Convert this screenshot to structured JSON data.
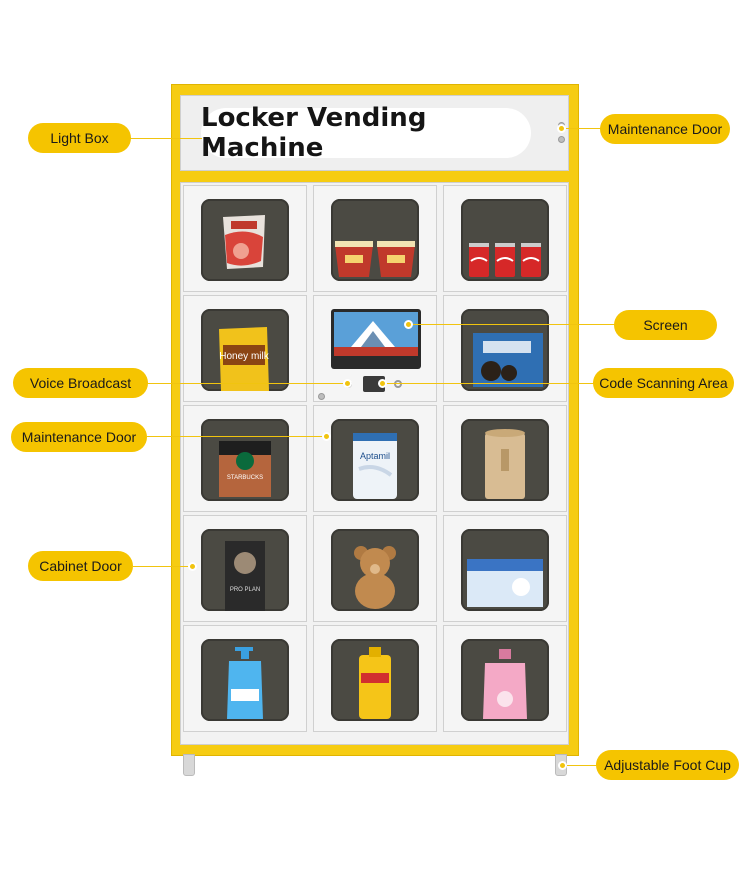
{
  "title": "Locker Vending Machine",
  "labels": {
    "light_box": "Light Box",
    "maintenance_door_top": "Maintenance Door",
    "screen": "Screen",
    "voice_broadcast": "Voice Broadcast",
    "code_scanning_area": "Code Scanning Area",
    "maintenance_door_side": "Maintenance Door",
    "cabinet_door": "Cabinet Door",
    "adjustable_foot_cup": "Adjustable Foot Cup"
  },
  "product_text": {
    "honey_milk": "Honey milk",
    "aptamil": "Aptamil",
    "proplan": "PRO PLAN",
    "starbucks": "STARBUCKS"
  },
  "colors": {
    "frame": "#f6cc12",
    "label_pill": "#f5c400",
    "leader_line": "#f1c40f",
    "window": "#4b4a43"
  }
}
